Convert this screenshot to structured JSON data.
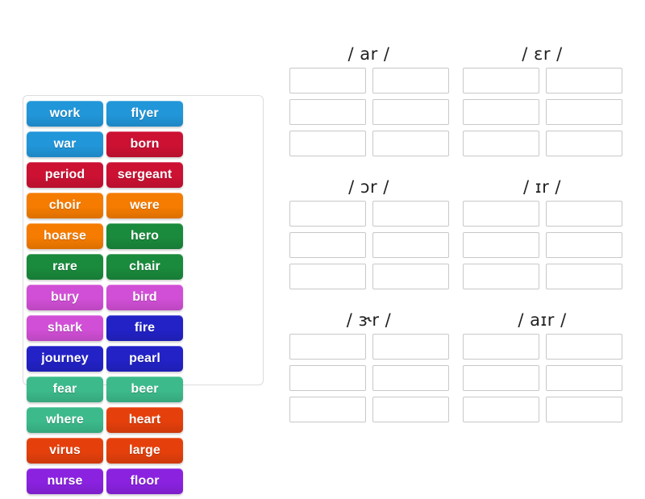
{
  "word_bank": {
    "name": "word-bank",
    "tiles": [
      {
        "label": "work",
        "color": "#2196d9"
      },
      {
        "label": "flyer",
        "color": "#2196d9"
      },
      {
        "label": "war",
        "color": "#2196d9"
      },
      {
        "label": "born",
        "color": "#cc1133"
      },
      {
        "label": "period",
        "color": "#cc1133"
      },
      {
        "label": "sergeant",
        "color": "#cc1133"
      },
      {
        "label": "choir",
        "color": "#f57c00"
      },
      {
        "label": "were",
        "color": "#f57c00"
      },
      {
        "label": "hoarse",
        "color": "#f57c00"
      },
      {
        "label": "hero",
        "color": "#1a8a3c"
      },
      {
        "label": "rare",
        "color": "#1a8a3c"
      },
      {
        "label": "chair",
        "color": "#1a8a3c"
      },
      {
        "label": "bury",
        "color": "#d14fd6"
      },
      {
        "label": "bird",
        "color": "#d14fd6"
      },
      {
        "label": "shark",
        "color": "#d14fd6"
      },
      {
        "label": "fire",
        "color": "#2222c7"
      },
      {
        "label": "journey",
        "color": "#2222c7"
      },
      {
        "label": "pearl",
        "color": "#2222c7"
      },
      {
        "label": "fear",
        "color": "#3cba8c"
      },
      {
        "label": "beer",
        "color": "#3cba8c"
      },
      {
        "label": "where",
        "color": "#3cba8c"
      },
      {
        "label": "heart",
        "color": "#e5400c"
      },
      {
        "label": "virus",
        "color": "#e5400c"
      },
      {
        "label": "large",
        "color": "#e5400c"
      },
      {
        "label": "nurse",
        "color": "#8a22e0"
      },
      {
        "label": "floor",
        "color": "#8a22e0"
      }
    ]
  },
  "groups": [
    {
      "title": "/ ar /",
      "slot_count": 6
    },
    {
      "title": "/ ɛr /",
      "slot_count": 6
    },
    {
      "title": "/ ɔr /",
      "slot_count": 6
    },
    {
      "title": "/ ɪr /",
      "slot_count": 6
    },
    {
      "title": "/ ɝr /",
      "slot_count": 6
    },
    {
      "title": "/ aɪr /",
      "slot_count": 6
    }
  ]
}
